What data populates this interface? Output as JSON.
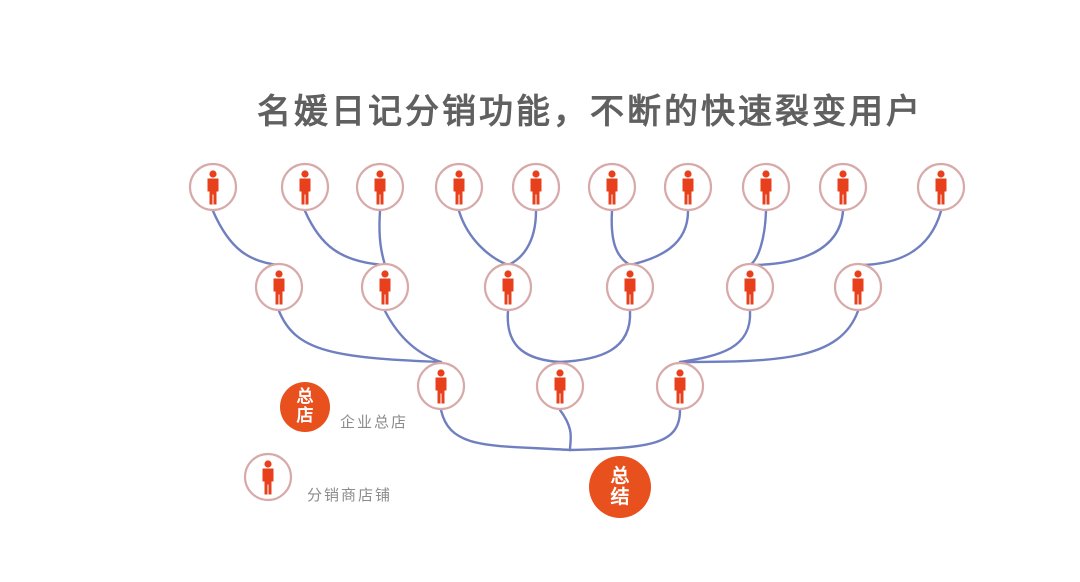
{
  "title": "名媛日记分销功能，不断的快速裂变用户",
  "colors": {
    "person": "#e8401c",
    "ring": "#d8a9a9",
    "link": "#6f7fc0",
    "badge": "#e8501e",
    "title_text": "#606060",
    "legend_text": "#8c8c8c"
  },
  "legend": {
    "hq": {
      "badge": [
        "总",
        "店"
      ],
      "label": "企业总店"
    },
    "store": {
      "icon": "person-icon",
      "label": "分销商店铺"
    }
  },
  "root": {
    "badge": [
      "总",
      "结"
    ]
  },
  "tree": {
    "level1": [
      [
        213,
        187
      ],
      [
        305,
        187
      ],
      [
        380,
        187
      ],
      [
        459,
        187
      ],
      [
        536,
        187
      ],
      [
        612,
        187
      ],
      [
        688,
        187
      ],
      [
        766,
        187
      ],
      [
        843,
        187
      ],
      [
        941,
        187
      ]
    ],
    "level2": [
      [
        279,
        287
      ],
      [
        385,
        287
      ],
      [
        508,
        287
      ],
      [
        630,
        287
      ],
      [
        750,
        287
      ],
      [
        858,
        287
      ]
    ],
    "level3": [
      [
        441,
        386
      ],
      [
        560,
        386
      ],
      [
        680,
        386
      ]
    ],
    "root": [
      620,
      487
    ]
  }
}
